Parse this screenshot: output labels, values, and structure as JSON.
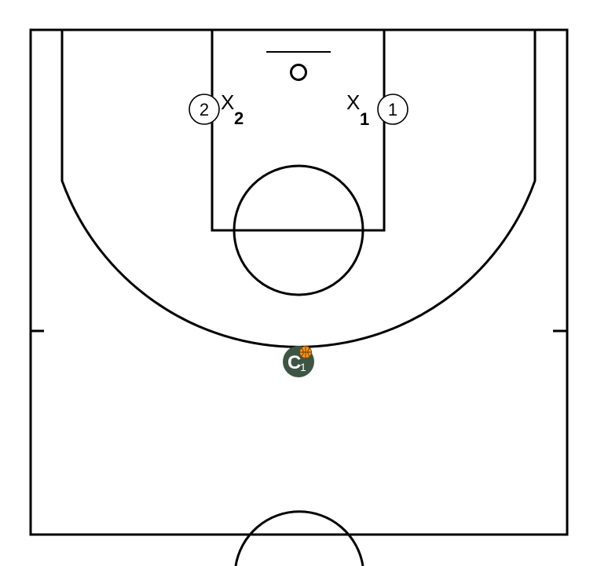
{
  "court": {
    "line_color": "#000000",
    "background": "#ffffff"
  },
  "offense": [
    {
      "number": "2"
    },
    {
      "number": "1"
    }
  ],
  "defense": [
    {
      "letter": "X",
      "number": "2"
    },
    {
      "letter": "X",
      "number": "1"
    }
  ],
  "coach": {
    "letter": "C",
    "number": "1",
    "fill_color": "#3e5544",
    "has_ball": true,
    "ball_color": "#f29a1a"
  }
}
